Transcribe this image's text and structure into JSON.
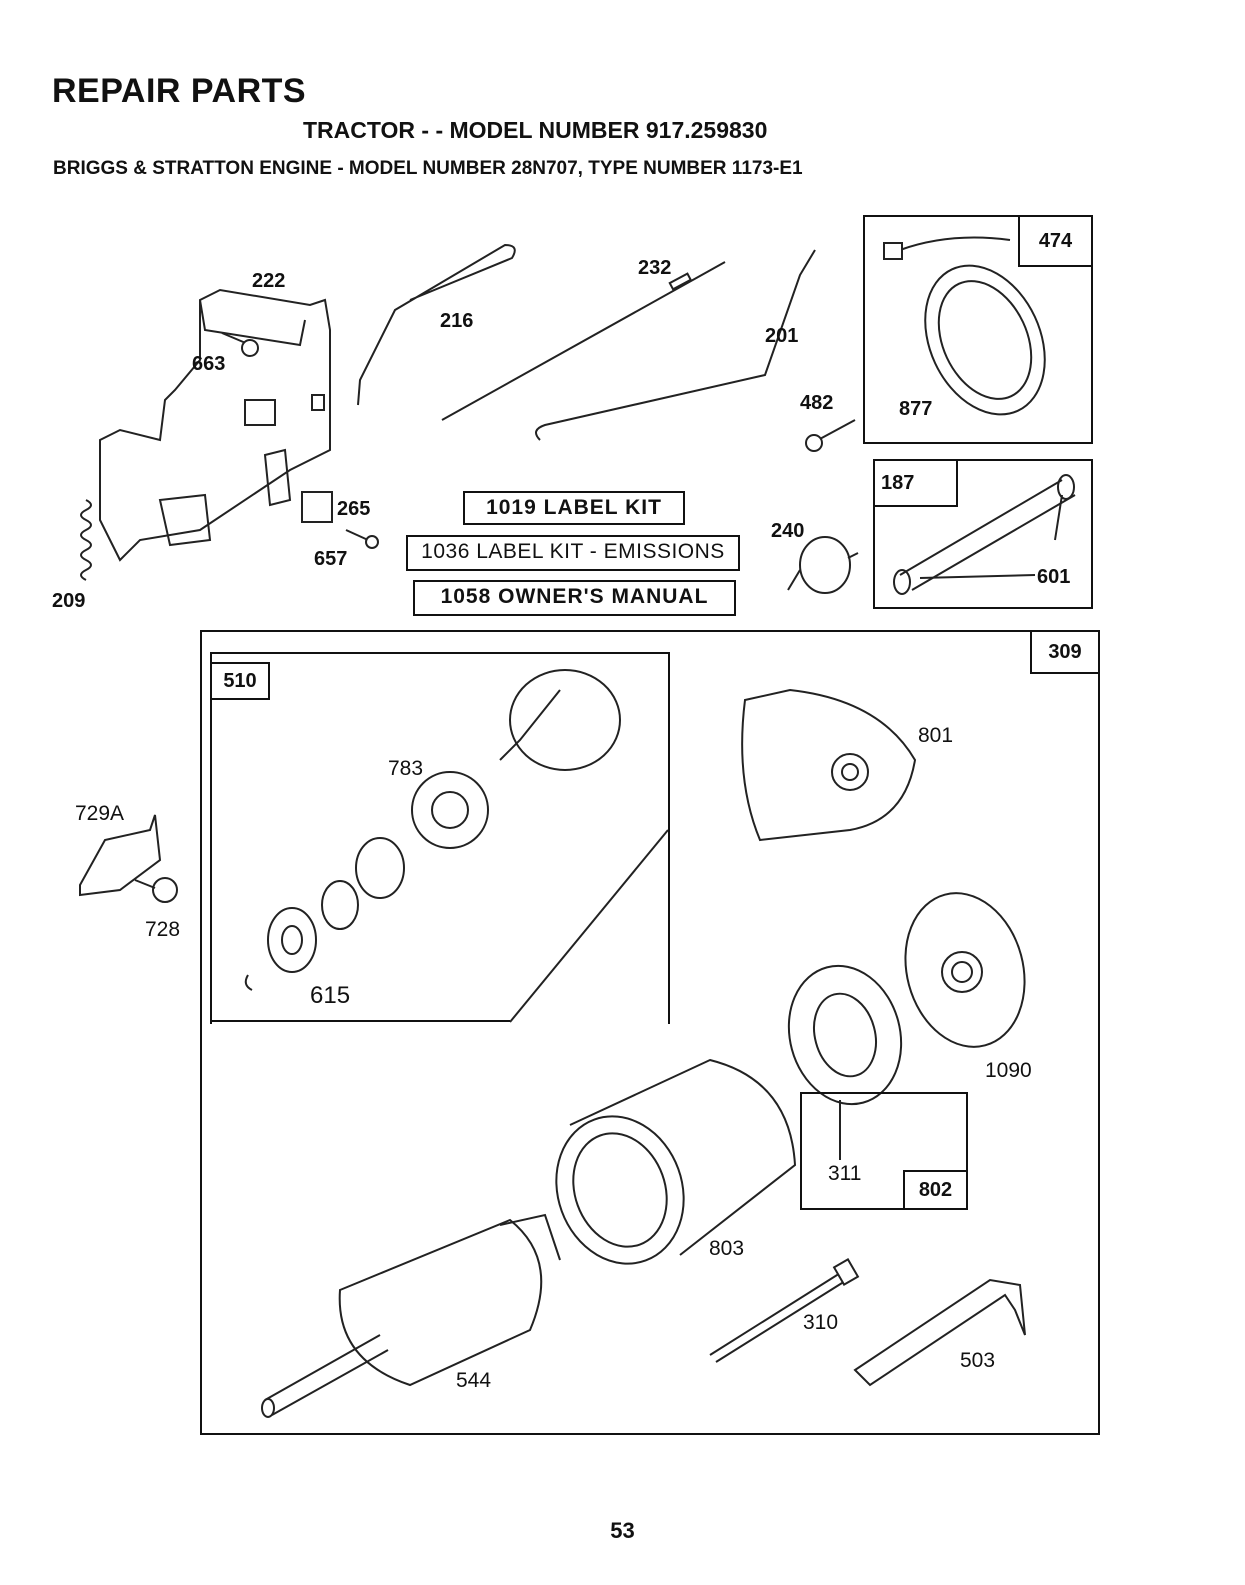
{
  "header": {
    "title": "REPAIR PARTS",
    "subtitle": "TRACTOR - - MODEL NUMBER 917.259830",
    "engine": "BRIGGS & STRATTON ENGINE - MODEL NUMBER 28N707, TYPE NUMBER 1173-E1"
  },
  "parts": {
    "p222": "222",
    "p663": "663",
    "p209": "209",
    "p265": "265",
    "p657": "657",
    "p216": "216",
    "p232": "232",
    "p201": "201",
    "p482": "482",
    "p877": "877",
    "p240": "240",
    "p601": "601",
    "p783": "783",
    "p615": "615",
    "p729a": "729A",
    "p728": "728",
    "p801": "801",
    "p1090": "1090",
    "p311": "311",
    "p803": "803",
    "p310": "310",
    "p503": "503",
    "p544": "544"
  },
  "boxes": {
    "b474": "474",
    "b187": "187",
    "b309": "309",
    "b510": "510",
    "b802": "802"
  },
  "kits": {
    "label_kit": "1019 LABEL KIT",
    "label_kit_emissions": "1036 LABEL KIT - EMISSIONS",
    "owners_manual": "1058 OWNER'S MANUAL"
  },
  "footer": {
    "page_number": "53"
  }
}
